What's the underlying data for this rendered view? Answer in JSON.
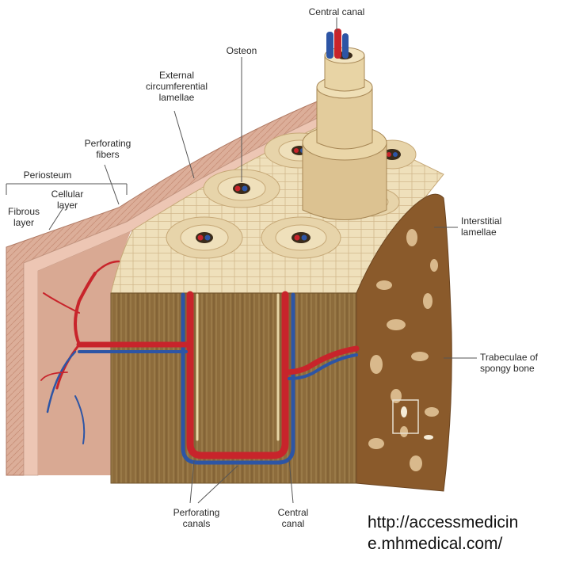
{
  "labels": {
    "central_canal_top": "Central canal",
    "osteon": "Osteon",
    "external_lamellae": [
      "External",
      "circumferential",
      "lamellae"
    ],
    "perforating_fibers": [
      "Perforating",
      "fibers"
    ],
    "periosteum": "Periosteum",
    "cellular_layer": [
      "Cellular",
      "layer"
    ],
    "fibrous_layer": [
      "Fibrous",
      "layer"
    ],
    "interstitial_lamellae": [
      "Interstitial",
      "lamellae"
    ],
    "trabeculae": [
      "Trabeculae of",
      "spongy bone"
    ],
    "perforating_canals": [
      "Perforating",
      "canals"
    ],
    "central_canal_bottom": [
      "Central",
      "canal"
    ]
  },
  "credit": [
    "http://accessmedicin",
    "e.mhmedical.com/"
  ],
  "colors": {
    "lamella": "#efe0bb",
    "lamella_line": "#c6a877",
    "cortex": "#8b6a3a",
    "periosteum": "#e3bba6",
    "spongy": "#8a5a2b",
    "artery": "#c8242b",
    "vein": "#2d55a5"
  }
}
